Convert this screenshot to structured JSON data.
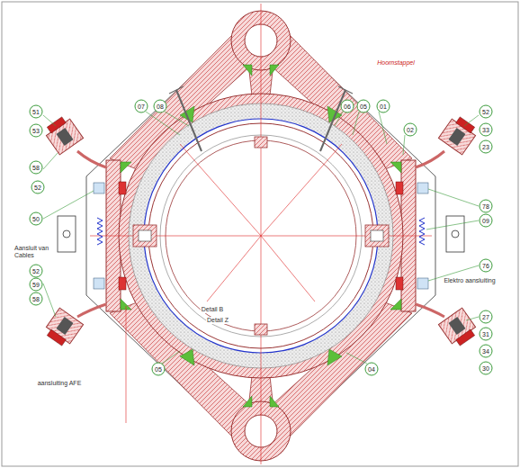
{
  "diagram": {
    "labels": [
      "07",
      "08",
      "06",
      "05",
      "01",
      "02",
      "Hoornstappel",
      "51",
      "53",
      "58",
      "52",
      "50",
      "52",
      "33",
      "23",
      "78",
      "09",
      "76",
      "Elektro aansluiting",
      "27",
      "31",
      "34",
      "30",
      "Aansluit van Cables",
      "52",
      "59",
      "58",
      "aansluiting AFE",
      "05",
      "04",
      "Detail B",
      "Detail Z"
    ]
  }
}
